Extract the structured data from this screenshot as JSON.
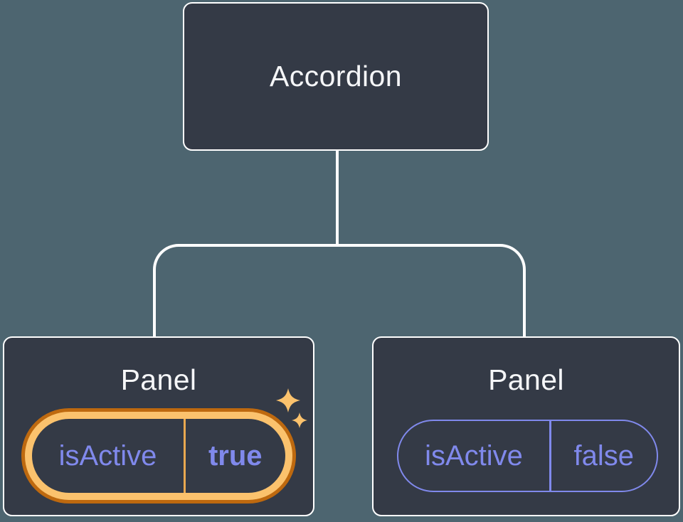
{
  "diagram": {
    "type": "component-tree",
    "root": {
      "label": "Accordion"
    },
    "children": [
      {
        "label": "Panel",
        "state_key": "isActive",
        "state_value": "true",
        "highlighted": true,
        "icon": "sparkles-icon"
      },
      {
        "label": "Panel",
        "state_key": "isActive",
        "state_value": "false",
        "highlighted": false
      }
    ]
  },
  "colors": {
    "background": "#4D6570",
    "node_fill": "#343A46",
    "node_border": "#FFFFFF",
    "node_label_text": "#F5F6F8",
    "connector_line": "#FFFFFF",
    "state_text": "#8089EC",
    "highlight_gold": "#FBC26D",
    "highlight_orange": "#BE690F",
    "highlight_divider": "#E9A850",
    "sparkle": "#FBC26D"
  }
}
